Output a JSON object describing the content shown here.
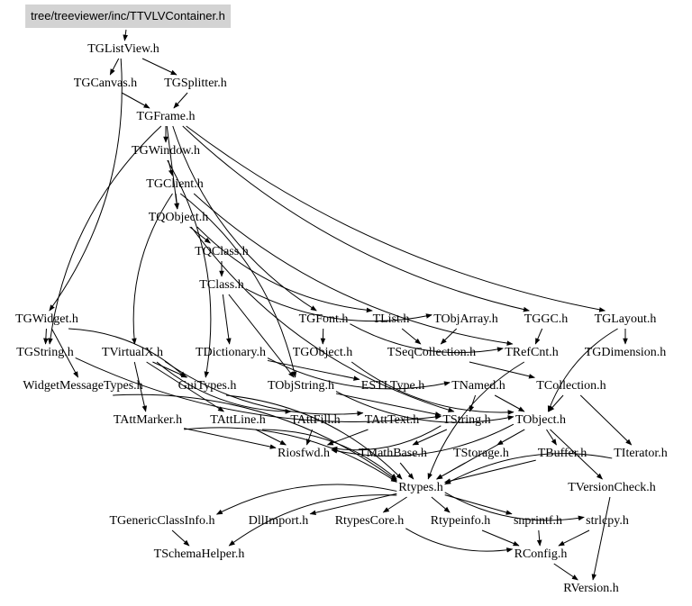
{
  "diagram": {
    "type": "include-dependency-graph",
    "root": "tree/treeviewer/inc/TTVLVContainer.h",
    "nodes": [
      {
        "id": "root",
        "label": "tree/treeviewer/inc/TTVLVContainer.h",
        "highlighted": true
      },
      {
        "id": "TGListView",
        "label": "TGListView.h"
      },
      {
        "id": "TGCanvas",
        "label": "TGCanvas.h"
      },
      {
        "id": "TGSplitter",
        "label": "TGSplitter.h"
      },
      {
        "id": "TGFrame",
        "label": "TGFrame.h"
      },
      {
        "id": "TGWindow",
        "label": "TGWindow.h"
      },
      {
        "id": "TGClient",
        "label": "TGClient.h"
      },
      {
        "id": "TQObject",
        "label": "TQObject.h"
      },
      {
        "id": "TQClass",
        "label": "TQClass.h"
      },
      {
        "id": "TClass",
        "label": "TClass.h"
      },
      {
        "id": "TGWidget",
        "label": "TGWidget.h"
      },
      {
        "id": "TGFont",
        "label": "TGFont.h"
      },
      {
        "id": "TList",
        "label": "TList.h"
      },
      {
        "id": "TObjArray",
        "label": "TObjArray.h"
      },
      {
        "id": "TGGC",
        "label": "TGGC.h"
      },
      {
        "id": "TGLayout",
        "label": "TGLayout.h"
      },
      {
        "id": "TGString",
        "label": "TGString.h"
      },
      {
        "id": "TVirtualX",
        "label": "TVirtualX.h"
      },
      {
        "id": "TDictionary",
        "label": "TDictionary.h"
      },
      {
        "id": "TGObject",
        "label": "TGObject.h"
      },
      {
        "id": "TSeqCollection",
        "label": "TSeqCollection.h"
      },
      {
        "id": "TRefCnt",
        "label": "TRefCnt.h"
      },
      {
        "id": "TGDimension",
        "label": "TGDimension.h"
      },
      {
        "id": "WidgetMessageTypes",
        "label": "WidgetMessageTypes.h"
      },
      {
        "id": "GuiTypes",
        "label": "GuiTypes.h"
      },
      {
        "id": "TObjString",
        "label": "TObjString.h"
      },
      {
        "id": "ESTLType",
        "label": "ESTLType.h"
      },
      {
        "id": "TNamed",
        "label": "TNamed.h"
      },
      {
        "id": "TCollection",
        "label": "TCollection.h"
      },
      {
        "id": "TAttMarker",
        "label": "TAttMarker.h"
      },
      {
        "id": "TAttLine",
        "label": "TAttLine.h"
      },
      {
        "id": "TAttFill",
        "label": "TAttFill.h"
      },
      {
        "id": "TAttText",
        "label": "TAttText.h"
      },
      {
        "id": "TString",
        "label": "TString.h"
      },
      {
        "id": "TObject",
        "label": "TObject.h"
      },
      {
        "id": "Riosfwd",
        "label": "Riosfwd.h"
      },
      {
        "id": "TMathBase",
        "label": "TMathBase.h"
      },
      {
        "id": "TStorage",
        "label": "TStorage.h"
      },
      {
        "id": "TBuffer",
        "label": "TBuffer.h"
      },
      {
        "id": "TIterator",
        "label": "TIterator.h"
      },
      {
        "id": "Rtypes",
        "label": "Rtypes.h"
      },
      {
        "id": "TVersionCheck",
        "label": "TVersionCheck.h"
      },
      {
        "id": "TGenericClassInfo",
        "label": "TGenericClassInfo.h"
      },
      {
        "id": "DllImport",
        "label": "DllImport.h"
      },
      {
        "id": "RtypesCore",
        "label": "RtypesCore.h"
      },
      {
        "id": "Rtypeinfo",
        "label": "Rtypeinfo.h"
      },
      {
        "id": "snprintf",
        "label": "snprintf.h"
      },
      {
        "id": "strlcpy",
        "label": "strlcpy.h"
      },
      {
        "id": "TSchemaHelper",
        "label": "TSchemaHelper.h"
      },
      {
        "id": "RConfig",
        "label": "RConfig.h"
      },
      {
        "id": "RVersion",
        "label": "RVersion.h"
      }
    ],
    "edges": [
      [
        "root",
        "TGListView"
      ],
      [
        "TGListView",
        "TGCanvas"
      ],
      [
        "TGListView",
        "TGSplitter"
      ],
      [
        "TGListView",
        "TGWidget"
      ],
      [
        "TGCanvas",
        "TGFrame"
      ],
      [
        "TGSplitter",
        "TGFrame"
      ],
      [
        "TGFrame",
        "TGWindow"
      ],
      [
        "TGFrame",
        "TQObject"
      ],
      [
        "TGFrame",
        "TGFont"
      ],
      [
        "TGFrame",
        "TGGC"
      ],
      [
        "TGFrame",
        "TGLayout"
      ],
      [
        "TGFrame",
        "TGString"
      ],
      [
        "TGWindow",
        "TGClient"
      ],
      [
        "TGWindow",
        "GuiTypes"
      ],
      [
        "TGClient",
        "TQObject"
      ],
      [
        "TGClient",
        "TVirtualX"
      ],
      [
        "TGClient",
        "TRefCnt"
      ],
      [
        "TGClient",
        "TObjString"
      ],
      [
        "TQObject",
        "TQClass"
      ],
      [
        "TQObject",
        "TList"
      ],
      [
        "TQObject",
        "TString"
      ],
      [
        "TQClass",
        "TClass"
      ],
      [
        "TClass",
        "TObjArray"
      ],
      [
        "TClass",
        "TDictionary"
      ],
      [
        "TClass",
        "TObjString"
      ],
      [
        "TGWidget",
        "TGString"
      ],
      [
        "TGWidget",
        "WidgetMessageTypes"
      ],
      [
        "TGWidget",
        "GuiTypes"
      ],
      [
        "TGFont",
        "TGObject"
      ],
      [
        "TGFont",
        "TRefCnt"
      ],
      [
        "TGObject",
        "TObject"
      ],
      [
        "TList",
        "TSeqCollection"
      ],
      [
        "TObjArray",
        "TSeqCollection"
      ],
      [
        "TGGC",
        "TRefCnt"
      ],
      [
        "TGLayout",
        "TGDimension"
      ],
      [
        "TGLayout",
        "TObject"
      ],
      [
        "TGString",
        "TString"
      ],
      [
        "TVirtualX",
        "TAttLine"
      ],
      [
        "TVirtualX",
        "TAttFill"
      ],
      [
        "TVirtualX",
        "TAttText"
      ],
      [
        "TVirtualX",
        "TAttMarker"
      ],
      [
        "TVirtualX",
        "GuiTypes"
      ],
      [
        "TDictionary",
        "TNamed"
      ],
      [
        "TDictionary",
        "ESTLType"
      ],
      [
        "TSeqCollection",
        "TCollection"
      ],
      [
        "TRefCnt",
        "Rtypes"
      ],
      [
        "WidgetMessageTypes",
        "Rtypes"
      ],
      [
        "GuiTypes",
        "Rtypes"
      ],
      [
        "TObjString",
        "TObject"
      ],
      [
        "TObjString",
        "TString"
      ],
      [
        "TNamed",
        "TObject"
      ],
      [
        "TNamed",
        "TString"
      ],
      [
        "TCollection",
        "TObject"
      ],
      [
        "TCollection",
        "TIterator"
      ],
      [
        "TAttMarker",
        "Riosfwd"
      ],
      [
        "TAttMarker",
        "Rtypes"
      ],
      [
        "TAttLine",
        "Riosfwd"
      ],
      [
        "TAttLine",
        "Rtypes"
      ],
      [
        "TAttFill",
        "Riosfwd"
      ],
      [
        "TAttText",
        "Riosfwd"
      ],
      [
        "TString",
        "TMathBase"
      ],
      [
        "TString",
        "Riosfwd"
      ],
      [
        "TObject",
        "TStorage"
      ],
      [
        "TObject",
        "TBuffer"
      ],
      [
        "TObject",
        "Riosfwd"
      ],
      [
        "TObject",
        "TVersionCheck"
      ],
      [
        "TObject",
        "Rtypes"
      ],
      [
        "TMathBase",
        "Rtypes"
      ],
      [
        "TStorage",
        "Rtypes"
      ],
      [
        "TBuffer",
        "Rtypes"
      ],
      [
        "TIterator",
        "Rtypes"
      ],
      [
        "TVersionCheck",
        "RVersion"
      ],
      [
        "Rtypes",
        "TGenericClassInfo"
      ],
      [
        "Rtypes",
        "DllImport"
      ],
      [
        "Rtypes",
        "RtypesCore"
      ],
      [
        "Rtypes",
        "Rtypeinfo"
      ],
      [
        "Rtypes",
        "snprintf"
      ],
      [
        "Rtypes",
        "strlcpy"
      ],
      [
        "Rtypes",
        "TSchemaHelper"
      ],
      [
        "TGenericClassInfo",
        "TSchemaHelper"
      ],
      [
        "RtypesCore",
        "RConfig"
      ],
      [
        "Rtypeinfo",
        "RConfig"
      ],
      [
        "snprintf",
        "RConfig"
      ],
      [
        "strlcpy",
        "RConfig"
      ],
      [
        "RConfig",
        "RVersion"
      ]
    ]
  },
  "colors": {
    "root_fill": "#d3d3d3",
    "edge": "#000000",
    "text": "#000000",
    "background": "#ffffff"
  }
}
